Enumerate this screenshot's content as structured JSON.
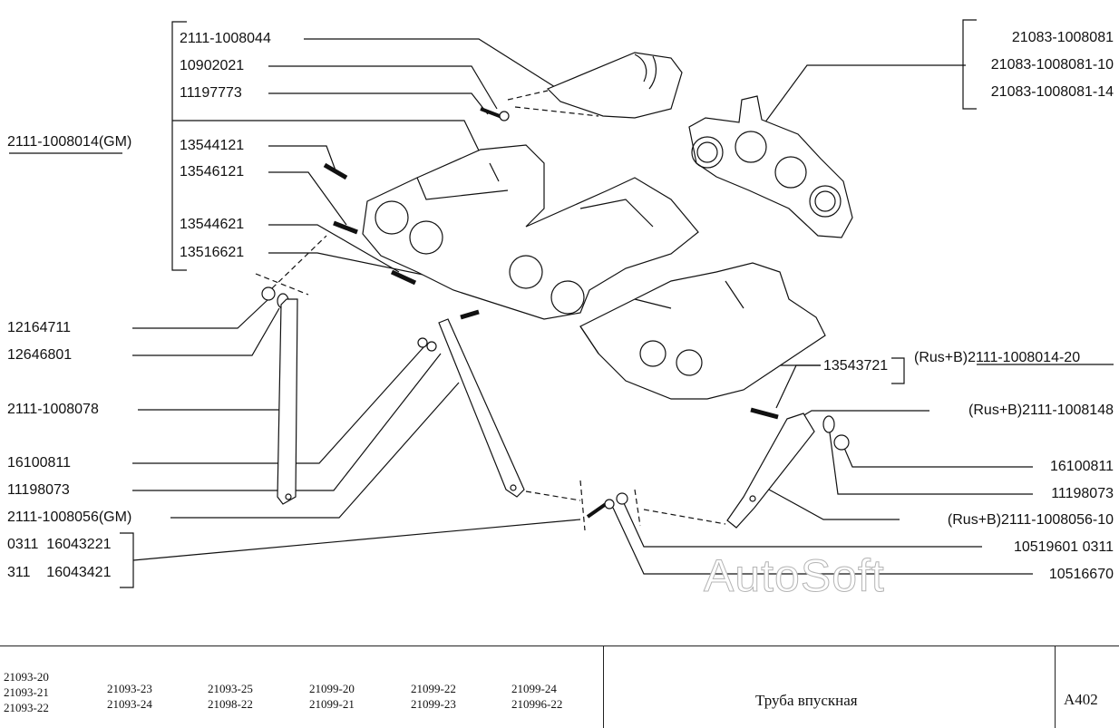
{
  "labels": {
    "l_2111_1008044": "2111-1008044",
    "l_10902021": "10902021",
    "l_11197773": "11197773",
    "l_2111_1008014_gm_part": "2111-1008014",
    "l_2111_1008014_gm_suffix": "(GM)",
    "l_13544121": "13544121",
    "l_13546121": "13546121",
    "l_13544621": "13544621",
    "l_13516621": "13516621",
    "l_12164711": "12164711",
    "l_12646801": "12646801",
    "l_2111_1008078": "2111-1008078",
    "l_16100811_left": "16100811",
    "l_11198073_left": "11198073",
    "l_2111_1008056_gm": "2111-1008056(GM)",
    "l_0311_16043221": "0311  16043221",
    "l_311_16043421": "311    16043421",
    "l_21083_1008081": "21083-1008081",
    "l_21083_1008081_10": "21083-1008081-10",
    "l_21083_1008081_14": "21083-1008081-14",
    "l_13543721": "13543721",
    "l_rusb_1008014_20_prefix": "(Rus+B)",
    "l_rusb_1008014_20_part": "2111-1008014-20",
    "l_rusb_2111_1008148": "(Rus+B)2111-1008148",
    "l_16100811_right": "16100811",
    "l_11198073_right": "11198073",
    "l_rusb_2111_1008056_10": "(Rus+B)2111-1008056-10",
    "l_10519601_0311": "10519601 0311",
    "l_10516670": "10516670"
  },
  "watermark": "AutoSoft",
  "footer": {
    "models": [
      [
        "21093-20",
        "21093-21",
        "21093-22"
      ],
      [
        "21093-23",
        "21093-24"
      ],
      [
        "21093-25",
        "21098-22"
      ],
      [
        "21099-20",
        "21099-21"
      ],
      [
        "21099-22",
        "21099-23"
      ],
      [
        "21099-24",
        "210996-22"
      ]
    ],
    "title": "Труба впускная",
    "code": "A402"
  }
}
